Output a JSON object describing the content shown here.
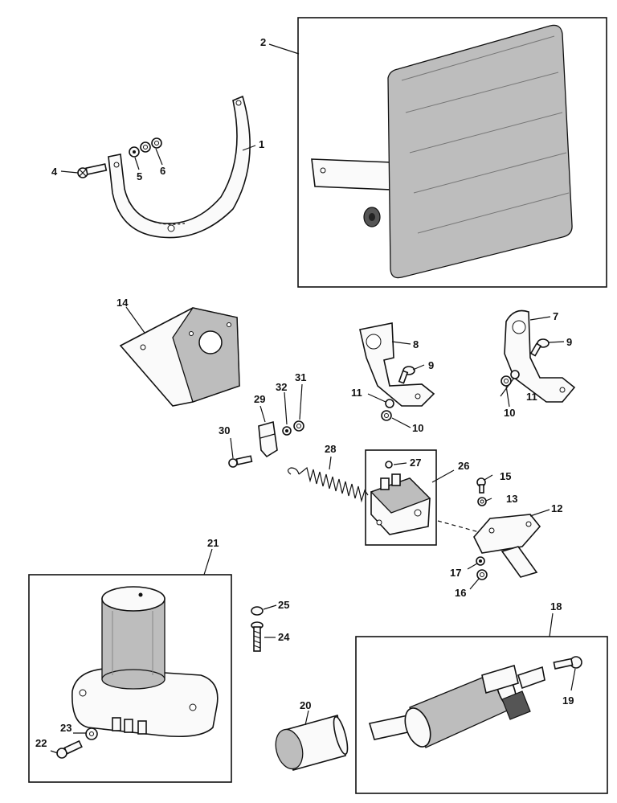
{
  "labels": {
    "l1": "1",
    "l2": "2",
    "l4": "4",
    "l5": "5",
    "l6": "6",
    "l7": "7",
    "l8": "8",
    "l9a": "9",
    "l9b": "9",
    "l10a": "10",
    "l10b": "10",
    "l11a": "11",
    "l11b": "11",
    "l12": "12",
    "l13": "13",
    "l14": "14",
    "l15": "15",
    "l16": "16",
    "l17": "17",
    "l18": "18",
    "l19": "19",
    "l20": "20",
    "l21": "21",
    "l22": "22",
    "l23": "23",
    "l24": "24",
    "l25": "25",
    "l26": "26",
    "l27": "27",
    "l28": "28",
    "l29": "29",
    "l30": "30",
    "l31": "31",
    "l32": "32"
  }
}
